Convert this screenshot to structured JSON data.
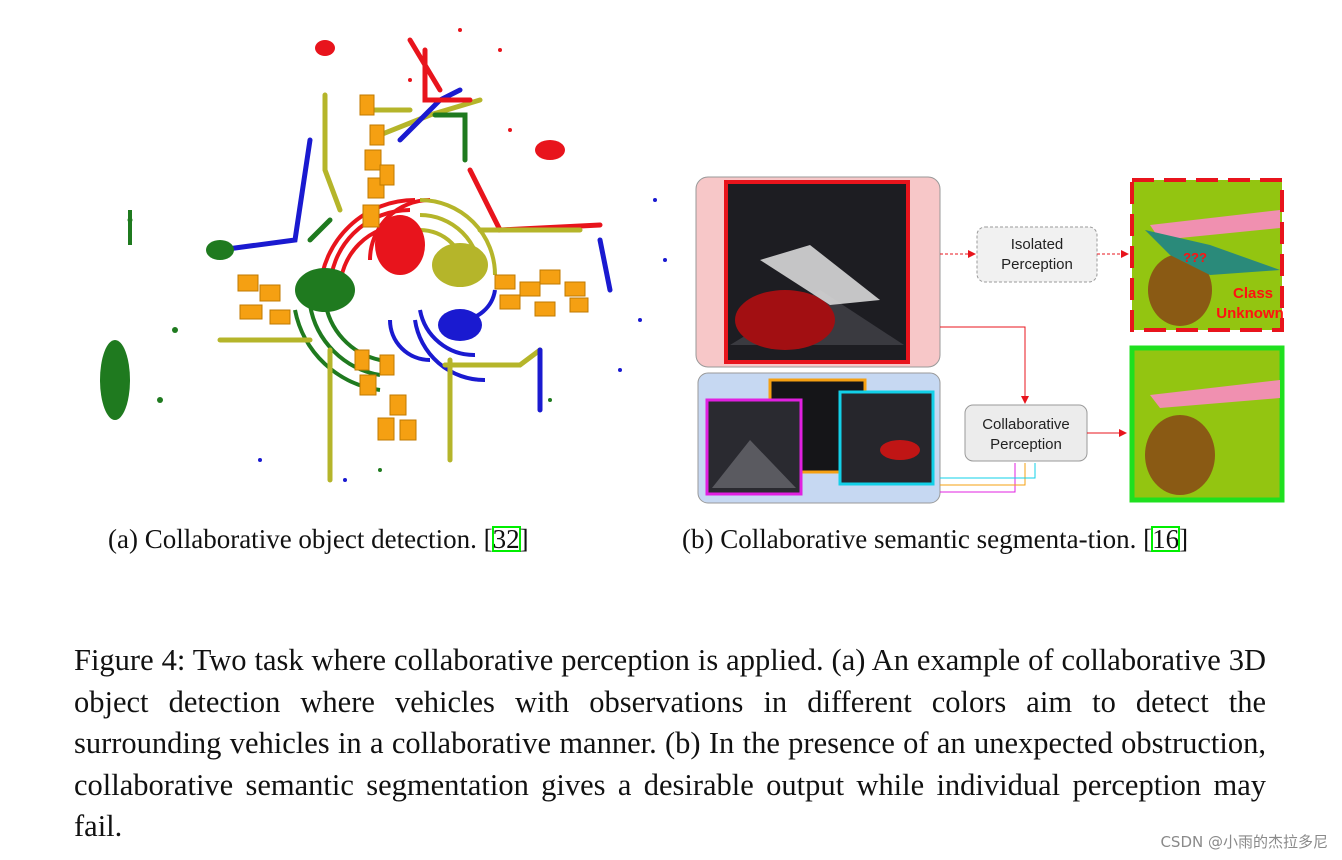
{
  "figure_a": {
    "legend_note": "",
    "caption_prefix": "(a) Collaborative object detection. [",
    "caption_ref": "32",
    "caption_suffix": "]"
  },
  "figure_b": {
    "isolated_line1": "Isolated",
    "isolated_line2": "Perception",
    "collab_line1": "Collaborative",
    "collab_line2": "Perception",
    "question_marks": "???",
    "class_unknown_line1": "Class",
    "class_unknown_line2": "Unknown",
    "caption_prefix": "(b) Collaborative semantic segmenta-tion. [",
    "caption_ref": "16",
    "caption_suffix": "]"
  },
  "caption": {
    "text": "Figure 4: Two task where collaborative perception is applied. (a) An example of collaborative 3D object detection where vehicles with observations in different colors aim to detect the surrounding vehicles in a collaborative manner. (b) In the presence of an unexpected obstruction, collaborative semantic segmentation gives a desirable output while individual perception may fail."
  },
  "watermark": "CSDN @小雨的杰拉多尼",
  "colors": {
    "red": "#e8141c",
    "blue": "#1a1ad0",
    "green": "#1f7a1f",
    "olive": "#b5b52a",
    "orange": "#f5a012",
    "seg_green": "#93c511",
    "seg_brown": "#8a5a14",
    "pink_bg": "#f7c7c8",
    "blue_bg": "#c6d8f2"
  }
}
